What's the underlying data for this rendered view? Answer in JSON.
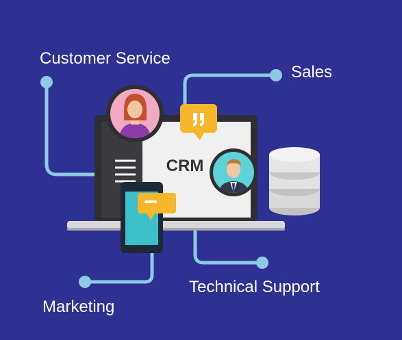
{
  "labels": {
    "customer_service": "Customer Service",
    "sales": "Sales",
    "technical_support": "Technical Support",
    "marketing": "Marketing"
  },
  "screen": {
    "title": "CRM"
  },
  "colors": {
    "background": "#2e3192",
    "connector": "#8ecae6",
    "node": "#8ecae6",
    "bubble": "#f6b72a",
    "laptop_frame": "#2f2f33",
    "screen": "#f0f0f0",
    "sidebar": "#3a3a3f",
    "phone": "#1e2a38",
    "phone_screen": "#3cc0c9",
    "avatar_female_bg": "#f2a9c4",
    "avatar_male_bg": "#5fd1d8",
    "database": "#d9d9d9"
  },
  "icons": [
    "female-avatar-icon",
    "male-avatar-icon",
    "chat-bubble-icon",
    "database-icon",
    "laptop-icon",
    "smartphone-icon"
  ]
}
